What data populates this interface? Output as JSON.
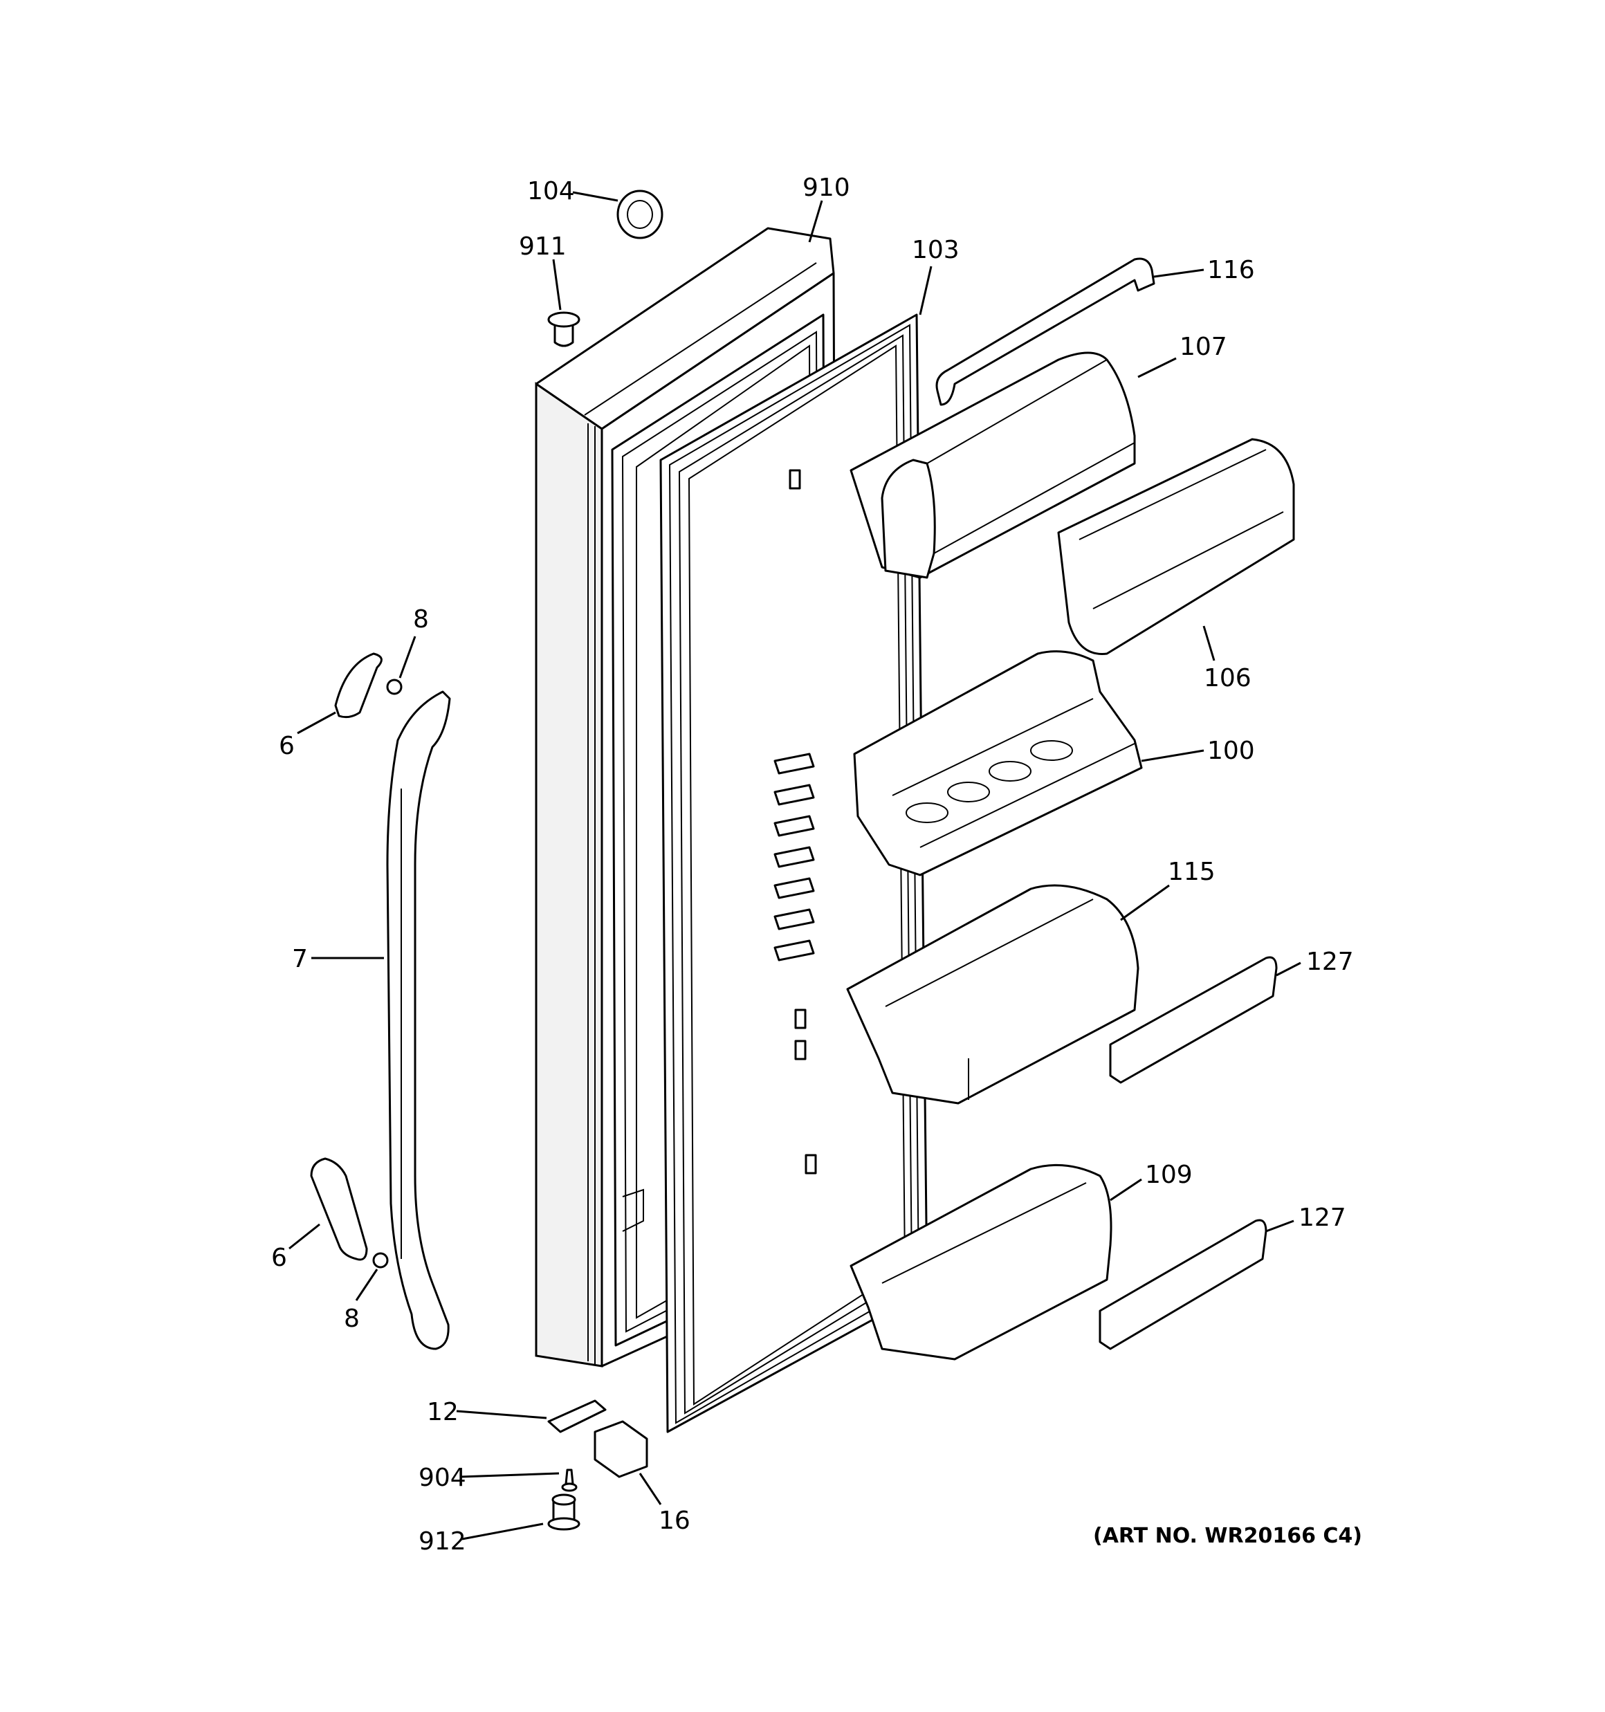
{
  "art_number": "(ART NO. WR20166 C4)",
  "callouts": {
    "c104": "104",
    "c910": "910",
    "c911": "911",
    "c103": "103",
    "c116": "116",
    "c107": "107",
    "c106": "106",
    "c100": "100",
    "c115": "115",
    "c127a": "127",
    "c127b": "127",
    "c109": "109",
    "c8a": "8",
    "c6a": "6",
    "c7": "7",
    "c6b": "6",
    "c8b": "8",
    "c12": "12",
    "c904": "904",
    "c16": "16",
    "c912": "912"
  }
}
